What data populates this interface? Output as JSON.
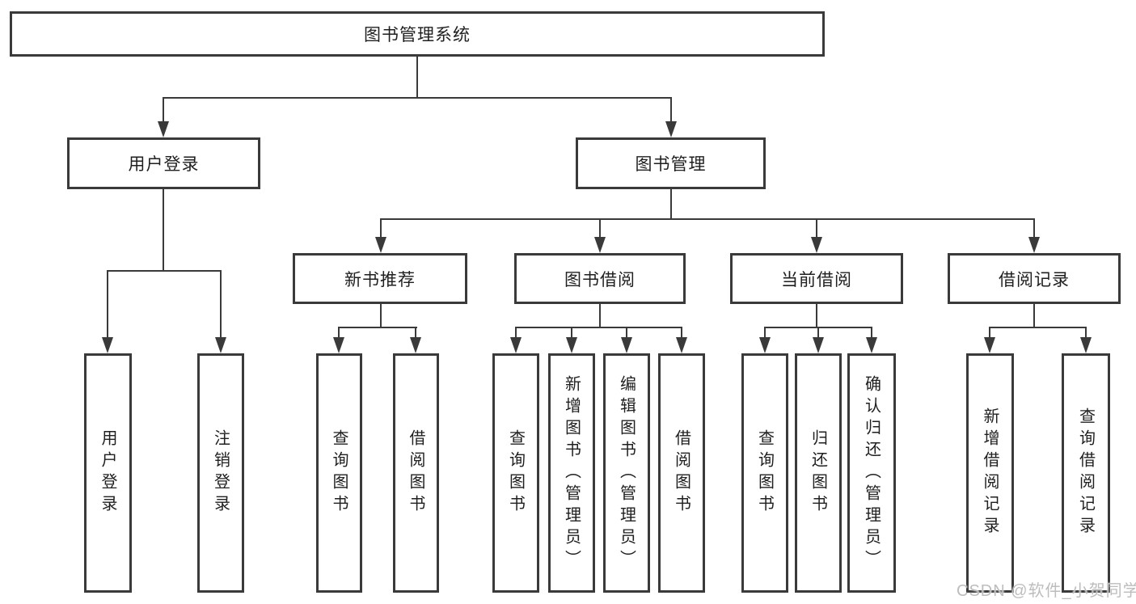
{
  "tree": {
    "root": "图书管理系统",
    "branches": [
      {
        "label": "用户登录",
        "children": [
          "用户登录",
          "注销登录"
        ]
      },
      {
        "label": "图书管理",
        "children": [
          {
            "label": "新书推荐",
            "children": [
              "查询图书",
              "借阅图书"
            ]
          },
          {
            "label": "图书借阅",
            "children": [
              "查询图书",
              "新增图书（管理员）",
              "编辑图书（管理员）",
              "借阅图书"
            ]
          },
          {
            "label": "当前借阅",
            "children": [
              "查询图书",
              "归还图书",
              "确认归还（管理员）"
            ]
          },
          {
            "label": "借阅记录",
            "children": [
              "新增借阅记录",
              "查询借阅记录"
            ]
          }
        ]
      }
    ]
  },
  "watermark": "CSDN @软件_小贺同学",
  "colors": {
    "line": "#3a3a3a",
    "text": "#1f1f1f",
    "background": "#ffffff",
    "watermark": "#bdbdbd"
  }
}
